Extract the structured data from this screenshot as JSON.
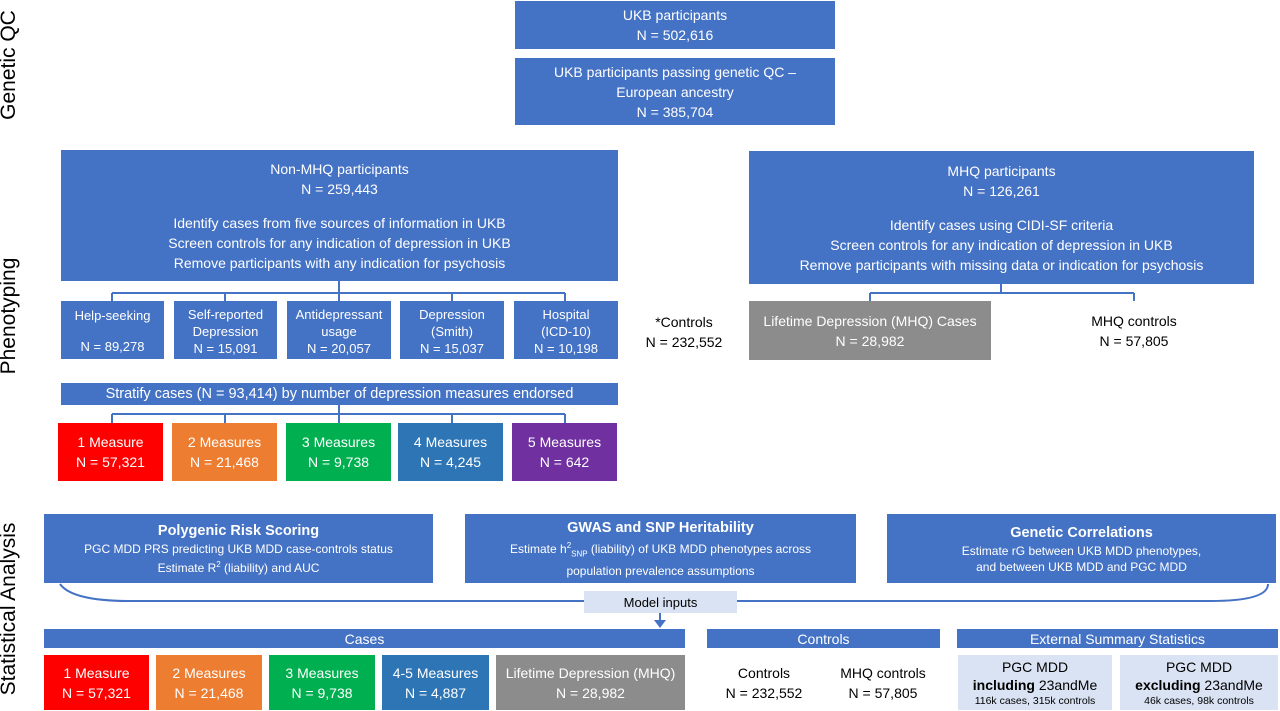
{
  "stages": {
    "genetic_qc": "Genetic QC",
    "phenotyping": "Phenotyping",
    "statistical_analysis": "Statistical Analysis"
  },
  "qc": {
    "participants": {
      "title": "UKB participants",
      "n": "N = 502,616"
    },
    "passing": {
      "line1": "UKB participants passing genetic QC –",
      "line2": "European ancestry",
      "n": "N = 385,704"
    }
  },
  "non_mhq": {
    "title": "Non-MHQ participants",
    "n": "N = 259,443",
    "steps": [
      "Identify cases from five sources of information in UKB",
      "Screen controls for any indication of depression in UKB",
      "Remove participants with any indication for psychosis"
    ],
    "sources": [
      {
        "line1": "Help-seeking",
        "line2": "",
        "n": "N = 89,278"
      },
      {
        "line1": "Self-reported",
        "line2": "Depression",
        "n": "N = 15,091"
      },
      {
        "line1": "Antidepressant",
        "line2": "usage",
        "n": "N = 20,057"
      },
      {
        "line1": "Depression",
        "line2": "(Smith)",
        "n": "N = 15,037"
      },
      {
        "line1": "Hospital",
        "line2": "(ICD-10)",
        "n": "N = 10,198"
      }
    ],
    "stratify": "Stratify cases (N = 93,414) by number of depression measures endorsed",
    "measures": [
      {
        "label": "1 Measure",
        "n": "N = 57,321",
        "color": "#ff0000"
      },
      {
        "label": "2 Measures",
        "n": "N = 21,468",
        "color": "#ed7d31"
      },
      {
        "label": "3 Measures",
        "n": "N = 9,738",
        "color": "#00b050"
      },
      {
        "label": "4 Measures",
        "n": "N = 4,245",
        "color": "#2e75b6"
      },
      {
        "label": "5 Measures",
        "n": "N = 642",
        "color": "#7030a0"
      }
    ]
  },
  "controls_note": {
    "label": "*Controls",
    "n": "N = 232,552"
  },
  "mhq": {
    "title": "MHQ participants",
    "n": "N = 126,261",
    "steps": [
      "Identify cases using CIDI-SF criteria",
      "Screen controls for any indication of depression in UKB",
      "Remove participants with missing data or indication for psychosis"
    ],
    "cases": {
      "label": "Lifetime Depression (MHQ) Cases",
      "n": "N = 28,982"
    },
    "controls": {
      "label": "MHQ controls",
      "n": "N = 57,805"
    }
  },
  "analysis": {
    "prs": {
      "title": "Polygenic Risk Scoring",
      "line1": "PGC MDD PRS predicting UKB MDD case-controls status",
      "line2a": "Estimate R",
      "line2sup": "2",
      "line2b": " (liability) and AUC"
    },
    "gwas": {
      "title": "GWAS and SNP Heritability",
      "line1a": "Estimate h",
      "line1sup": "2",
      "line1sub": "SNP",
      "line1b": " (liability) of UKB MDD phenotypes across",
      "line2": "population prevalence assumptions"
    },
    "rg": {
      "title": "Genetic Correlations",
      "line1": "Estimate rG between UKB MDD phenotypes,",
      "line2": "and between UKB MDD and PGC MDD"
    },
    "model_inputs": "Model inputs"
  },
  "inputs": {
    "cases_header": "Cases",
    "cases": [
      {
        "label": "1 Measure",
        "n": "N = 57,321",
        "color": "#ff0000"
      },
      {
        "label": "2 Measures",
        "n": "N = 21,468",
        "color": "#ed7d31"
      },
      {
        "label": "3 Measures",
        "n": "N = 9,738",
        "color": "#00b050"
      },
      {
        "label": "4-5 Measures",
        "n": "N = 4,887",
        "color": "#2e75b6"
      },
      {
        "label": "Lifetime Depression (MHQ)",
        "n": "N = 28,982",
        "color": "#8c8c8c"
      }
    ],
    "controls_header": "Controls",
    "controls": [
      {
        "label": "Controls",
        "n": "N = 232,552"
      },
      {
        "label": "MHQ controls",
        "n": "N = 57,805"
      }
    ],
    "external_header": "External Summary Statistics",
    "external": [
      {
        "title": "PGC MDD",
        "bold": "including",
        "rest": " 23andMe",
        "detail": "116k cases, 315k controls"
      },
      {
        "title": "PGC MDD",
        "bold": "excluding",
        "rest": " 23andMe",
        "detail": "46k cases, 98k controls"
      }
    ]
  },
  "colors": {
    "primary_blue": "#4472c4",
    "connector": "#4472c4",
    "grey": "#8c8c8c",
    "light_blue": "#dae3f3"
  }
}
